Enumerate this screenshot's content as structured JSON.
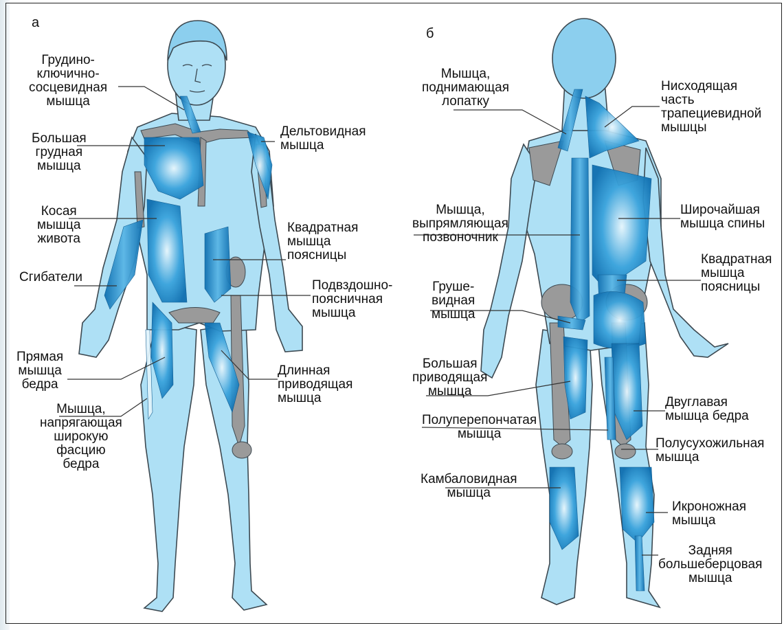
{
  "panels": {
    "front_letter": "а",
    "back_letter": "б"
  },
  "colors": {
    "skin": "#aee0f5",
    "skin_outline": "#3c4850",
    "muscle": "#1c8fd0",
    "bone": "#9a9a9a",
    "leader": "#333333"
  },
  "labels": {
    "sternocleido": "Грудино-\nключично-\nсосцевидная\nмышца",
    "pectoralis": "Большая\nгрудная\nмышца",
    "oblique": "Косая\nмышца\nживота",
    "flexors": "Сгибатели",
    "rectus_femoris": "Прямая\nмышца\nбедра",
    "tensor_fascia": "Мышца,\nнапрягающая\nширокую\nфасцию\nбедра",
    "deltoid": "Дельтовидная\nмышца",
    "quadratus_front": "Квадратная\nмышца\nпоясницы",
    "iliopsoas": "Подвздошно-\nпоясничная\nмышца",
    "adductor_longus": "Длинная\nприводящая\nмышца",
    "levator_scapulae": "Мышца,\nподнимающая\nлопатку",
    "erector_spinae": "Мышца,\nвыпрямляющая\nпозвоночник",
    "piriformis": "Груше-\nвидная\nмышца",
    "adductor_magnus": "Большая\nприводящая\nмышца",
    "semimembranosus": "Полуперепончатая\nмышца",
    "soleus": "Камбаловидная\nмышца",
    "trapezius": "Нисходящая\nчасть\nтрапециевидной\nмышцы",
    "latissimus": "Широчайшая\nмышца спины",
    "quadratus_back": "Квадратная\nмышца\nпоясницы",
    "biceps_femoris": "Двуглавая\nмышца бедра",
    "semitendinosus": "Полусухожильная\nмышца",
    "gastrocnemius": "Икроножная\nмышца",
    "tibialis_posterior": "Задняя\nбольшеберцовая\nмышца"
  }
}
